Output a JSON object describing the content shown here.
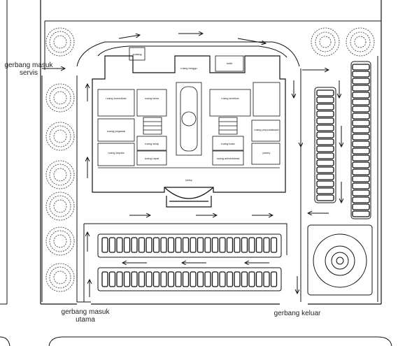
{
  "labels": {
    "service_gate": "gerbang masuk servis",
    "main_gate": "gerbang masuk utama",
    "exit_gate": "gerbang keluar"
  },
  "rooms": {
    "ruang_tunggu": "ruang tunggu",
    "lobby": "lobby",
    "rg_konsultasi": "ruang konsultasi",
    "rg_tamu": "ruang tamu",
    "rg_pegawai": "ruang pegawai",
    "rg_kepala": "ruang kepala",
    "rg_arsip": "ruang arsip",
    "rg_rapat": "ruang rapat",
    "rg_kasir": "ruang kasir",
    "rg_admin": "ruang administrasi",
    "rg_seminar": "ruang seminar",
    "rg_perpus": "ruang perpustakaan",
    "pantry": "pantry",
    "gudang": "gudang",
    "toilet": "toilet"
  },
  "colors": {
    "line": "#1a1a1a",
    "tree": "#333333",
    "car": "#111111"
  }
}
